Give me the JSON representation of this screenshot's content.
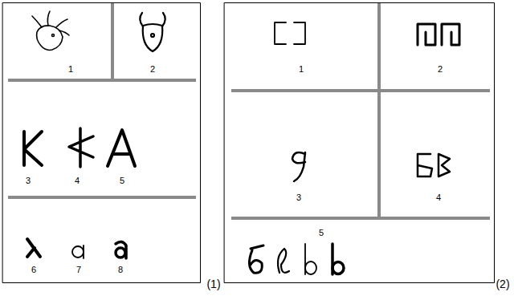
{
  "diagram": {
    "labels": [
      "1",
      "2",
      "3",
      "4",
      "5",
      "6",
      "7",
      "8",
      "(1)",
      "1",
      "2",
      "3",
      "4",
      "5",
      "(2)"
    ]
  }
}
